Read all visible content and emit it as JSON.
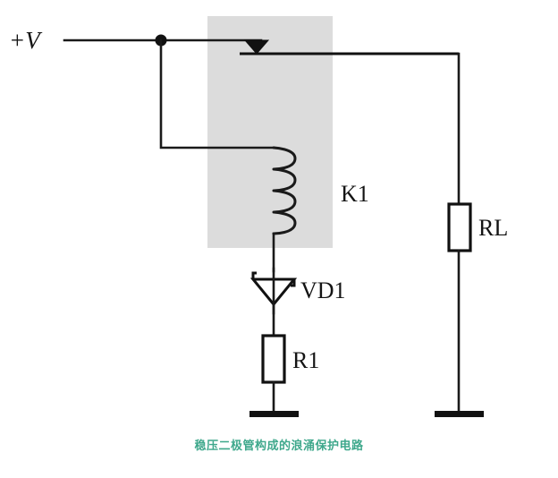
{
  "diagram": {
    "title_caption": "稳压二极管构成的浪涌保护电路",
    "caption_color": "#3fa88c",
    "background_color": "#ffffff",
    "shaded_region_color": "#dcdcdc",
    "wire_color": "#1a1a1a",
    "labels": {
      "supply": "+V",
      "relay_coil": "K1",
      "zener_diode": "VD1",
      "resistor": "R1",
      "load_resistor": "RL"
    },
    "components": [
      {
        "ref": "K1",
        "type": "relay",
        "label": "K1"
      },
      {
        "ref": "VD1",
        "type": "zener-diode",
        "label": "VD1"
      },
      {
        "ref": "R1",
        "type": "resistor",
        "label": "R1"
      },
      {
        "ref": "RL",
        "type": "resistor",
        "label": "RL"
      }
    ],
    "nets": [
      {
        "name": "supply-rail",
        "label": "+V"
      },
      {
        "name": "ground",
        "label": ""
      }
    ]
  }
}
